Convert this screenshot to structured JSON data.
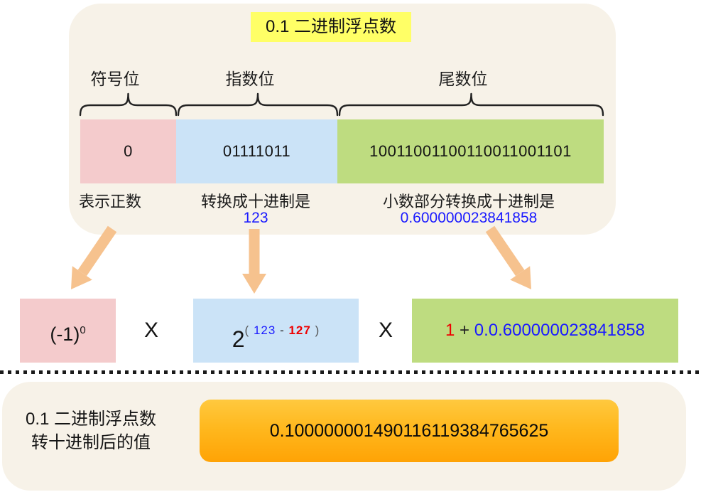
{
  "top_panel": {
    "title": "0.1 二进制浮点数",
    "title_highlight_color": "#ffff66",
    "fields": [
      {
        "name": "sign",
        "label": "符号位",
        "bits": "0",
        "color": "#f4cbcc",
        "note": "表示正数",
        "note_value": ""
      },
      {
        "name": "exponent",
        "label": "指数位",
        "bits": "01111011",
        "color": "#cbe3f7",
        "note": "转换成十进制是",
        "note_value": "123"
      },
      {
        "name": "mantissa",
        "label": "尾数位",
        "bits": "10011001100110011001101",
        "color": "#bedc80",
        "note": "小数部分转换成十进制是",
        "note_value": "0.600000023841858"
      }
    ]
  },
  "formula": {
    "multiply": "X",
    "sign_term": {
      "base": "(-1)",
      "exp": "0"
    },
    "exp_term": {
      "base": "2",
      "open": "(",
      "minuend": "123",
      "minus": "-",
      "subtrahend": "127",
      "close": ")"
    },
    "mantissa_term": {
      "one": "1",
      "plus": "+",
      "fraction": "0.0.600000023841858"
    }
  },
  "result_panel": {
    "label_line1": "0.1 二进制浮点数",
    "label_line2": "转十进制后的值",
    "value": "0.100000001490116119384765625"
  },
  "colors": {
    "panel_bg": "#f7f2e8",
    "sign_box": "#f4cbcc",
    "exponent_box": "#cbe3f7",
    "mantissa_box": "#bedc80",
    "arrow": "#f6c28e",
    "value_blue": "#1a1aff",
    "value_red": "#ee0000",
    "result_box_top": "#ffc93f",
    "result_box_bottom": "#ffa305",
    "highlight_yellow": "#ffff66"
  }
}
